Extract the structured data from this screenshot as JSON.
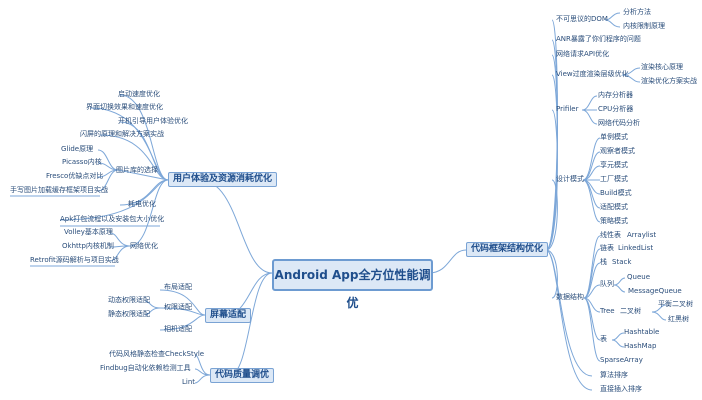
{
  "root": "Android App全方位性能调优",
  "branches": {
    "ux": "用户体验及资源消耗优化",
    "screen": "屏幕适配",
    "quality": "代码质量调优",
    "framework": "代码框架结构优化"
  },
  "ux_items": {
    "startup": "启动速度优化",
    "transition": "界面切换效果和速度优化",
    "guide": "开机引导用户体验优化",
    "flash": "闪屏的原理和解决方案实战",
    "image_lib": "图片库的选择",
    "glide": "Glide原理",
    "picasso": "Picasso内核",
    "fresco": "Fresco优缺点对比",
    "handwrite": "手写图片加载缓存框架项目实战",
    "power": "耗电优化",
    "apk": "Apk打包流程以及安装包大小优化",
    "network": "网络优化",
    "volley": "Volley基本原理",
    "okhttp": "Okhttp内核机制",
    "retrofit": "Retrofit源码解析与项目实战"
  },
  "screen_items": {
    "layout": "布局适配",
    "permission": "权限适配",
    "dynamic": "动态权限适配",
    "static": "静态权限适配",
    "camera": "相机适配"
  },
  "quality_items": {
    "checkstyle": "代码风格静态检查CheckStyle",
    "findbug": "Findbug自动化依赖检测工具",
    "lint": "Lint"
  },
  "framework_items": {
    "dom": "不可思议的DOM",
    "analysis": "分析方法",
    "memory_leak": "内核限制原理",
    "anr": "ANR暴露了你们程序的问题",
    "netapi": "网络请求API优化",
    "view": "View过度渲染层级优化",
    "render_core": "渲染核心原理",
    "render_plan": "渲染优化方案实战",
    "profiler": "Prifiler",
    "mem_analyzer": "内存分析器",
    "cpu_analyzer": "CPU分析器",
    "net_analyzer": "网络代码分析",
    "design": "设计模式",
    "singleton": "单例模式",
    "observer": "观察者模式",
    "flyweight": "享元模式",
    "factory": "工厂模式",
    "builder": "Build模式",
    "adapter": "适配模式",
    "strategy": "策略模式",
    "ds": "数据结构",
    "linear": "线性表",
    "arraylist": "Arraylist",
    "chain": "链表",
    "linkedlist": "LinkedList",
    "stack_lbl": "栈",
    "stack": "Stack",
    "queue_lbl": "队列",
    "queue": "Queue",
    "messagequeue": "MessageQueue",
    "tree": "Tree",
    "bintree": "二叉树",
    "avl": "平衡二叉树",
    "rbtree": "红黑树",
    "map": "表",
    "hashtable": "Hashtable",
    "hashmap": "HashMap",
    "sparsearray": "SparseArray",
    "algo": "算法排序",
    "insert": "直接插入排序"
  },
  "colors": {
    "line": "#7da7d8",
    "box_fill": "#dce8f6",
    "box_border": "#6d9bd1",
    "text": "#1f4e8c"
  }
}
